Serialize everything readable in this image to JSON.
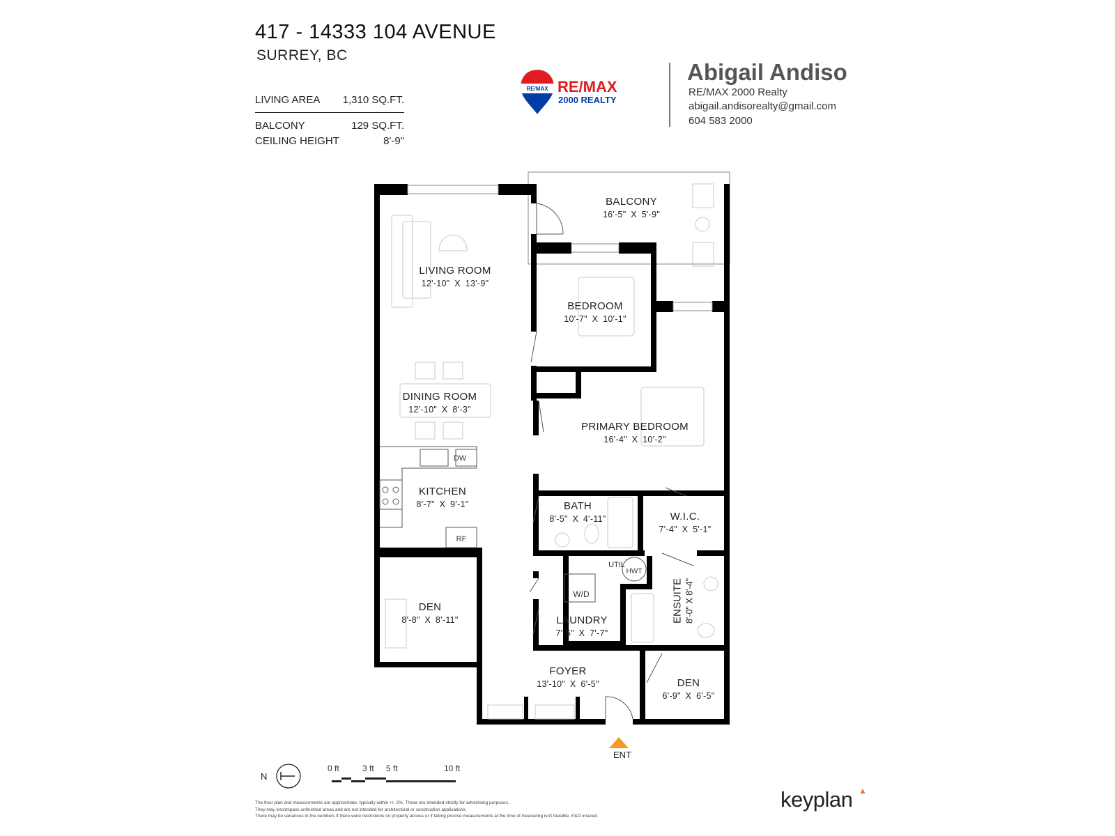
{
  "header": {
    "address_line1": "417 - 14333 104 AVENUE",
    "address_line2": "SURREY, BC"
  },
  "stats": [
    {
      "label": "LIVING AREA",
      "value": "1,310 SQ.FT."
    },
    {
      "label": "BALCONY",
      "value": "129 SQ.FT."
    },
    {
      "label": "CEILING HEIGHT",
      "value": "8'-9\""
    }
  ],
  "brand": {
    "logo_text": "RE/MAX",
    "logo_sub": "2000 REALTY",
    "balloon_text": "RE/MAX",
    "colors": {
      "red": "#e11b22",
      "blue": "#003da5"
    }
  },
  "agent": {
    "name": "Abigail Andiso",
    "brokerage": "RE/MAX 2000 Realty",
    "email": "abigail.andisorealty@gmail.com",
    "phone": "604 583 2000"
  },
  "rooms": [
    {
      "name": "BALCONY",
      "dims": "16'-5\"  X  5'-9\""
    },
    {
      "name": "LIVING ROOM",
      "dims": "12'-10\"  X  13'-9\""
    },
    {
      "name": "BEDROOM",
      "dims": "10'-7\"  X  10'-1\""
    },
    {
      "name": "DINING ROOM",
      "dims": "12'-10\"  X  8'-3\""
    },
    {
      "name": "PRIMARY BEDROOM",
      "dims": "16'-4\"  X  10'-2\""
    },
    {
      "name": "KITCHEN",
      "dims": "8'-7\"  X  9'-1\""
    },
    {
      "name": "BATH",
      "dims": "8'-5\" X 4'-11\""
    },
    {
      "name": "W.I.C.",
      "dims": "7'-4\" X 5'-1\""
    },
    {
      "name": "DEN",
      "dims": "8'-8\"  X  8'-11\""
    },
    {
      "name": "LAUNDRY",
      "dims": "7'-5\"  X  7'-7\""
    },
    {
      "name": "ENSUITE",
      "dims": "8'-0\" X 8'-4\""
    },
    {
      "name": "FOYER",
      "dims": "13'-10\"  X  6'-5\""
    },
    {
      "name": "DEN",
      "dims": "6'-9\"  X  6'-5\""
    }
  ],
  "fixtures": {
    "dishwasher": "DW",
    "fridge": "RF",
    "washer_dryer": "W/D",
    "util": "UTIL",
    "hot_water_tank": "HWT"
  },
  "entrance_label": "ENT",
  "compass_label": "N",
  "scale_labels": [
    "0 ft",
    "3 ft",
    "5 ft",
    "10 ft"
  ],
  "disclaimer": [
    "The floor plan and measurements are approximate, typically within +/- 2%. These are intended strictly for advertising purposes.",
    "They may encompass unfinished areas and are not intended for architectural or construction applications.",
    "There may be variances in the numbers if there were restrictions on property access or if taking precise measurements at the time of measuring isn't feasible. E&O insured."
  ],
  "footer_brand": "keyplan",
  "footer_brand_color": "#e8772a"
}
